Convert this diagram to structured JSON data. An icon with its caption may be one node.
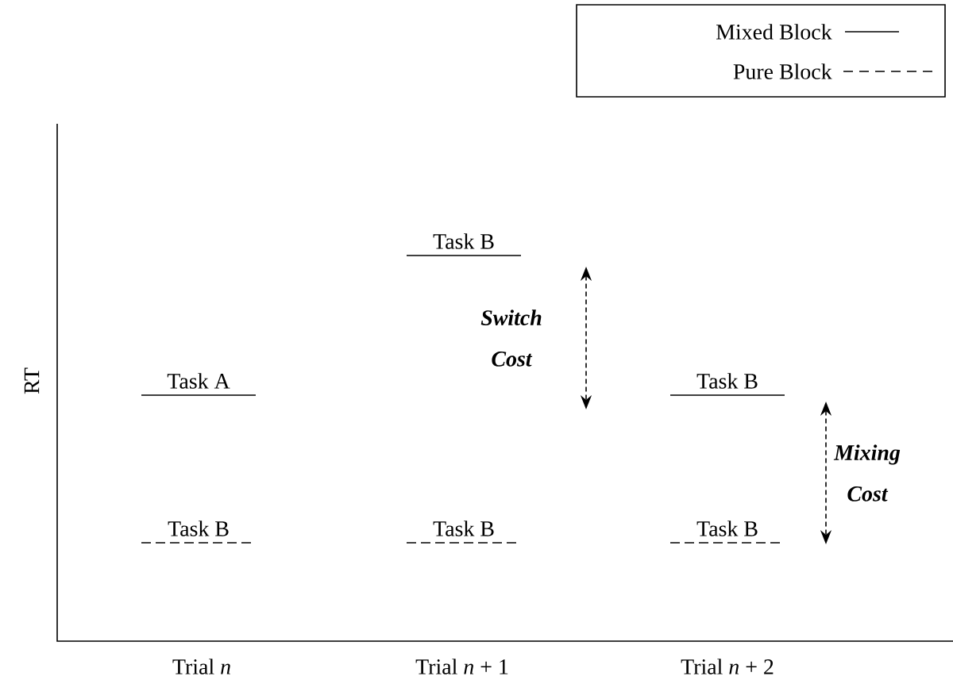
{
  "diagram": {
    "labels": [
      "Task B",
      "Switch Cost",
      "RT",
      "Task A",
      "Task B",
      "Mixing Cost",
      "Task B",
      "Task B",
      "Task B",
      "Trial *n*",
      "Trial *n* + 1",
      "Trial *n* + 2"
    ],
    "legend": [
      {
        "text": "Mixed Block"
      },
      {
        "text": "Pure Block"
      }
    ]
  }
}
